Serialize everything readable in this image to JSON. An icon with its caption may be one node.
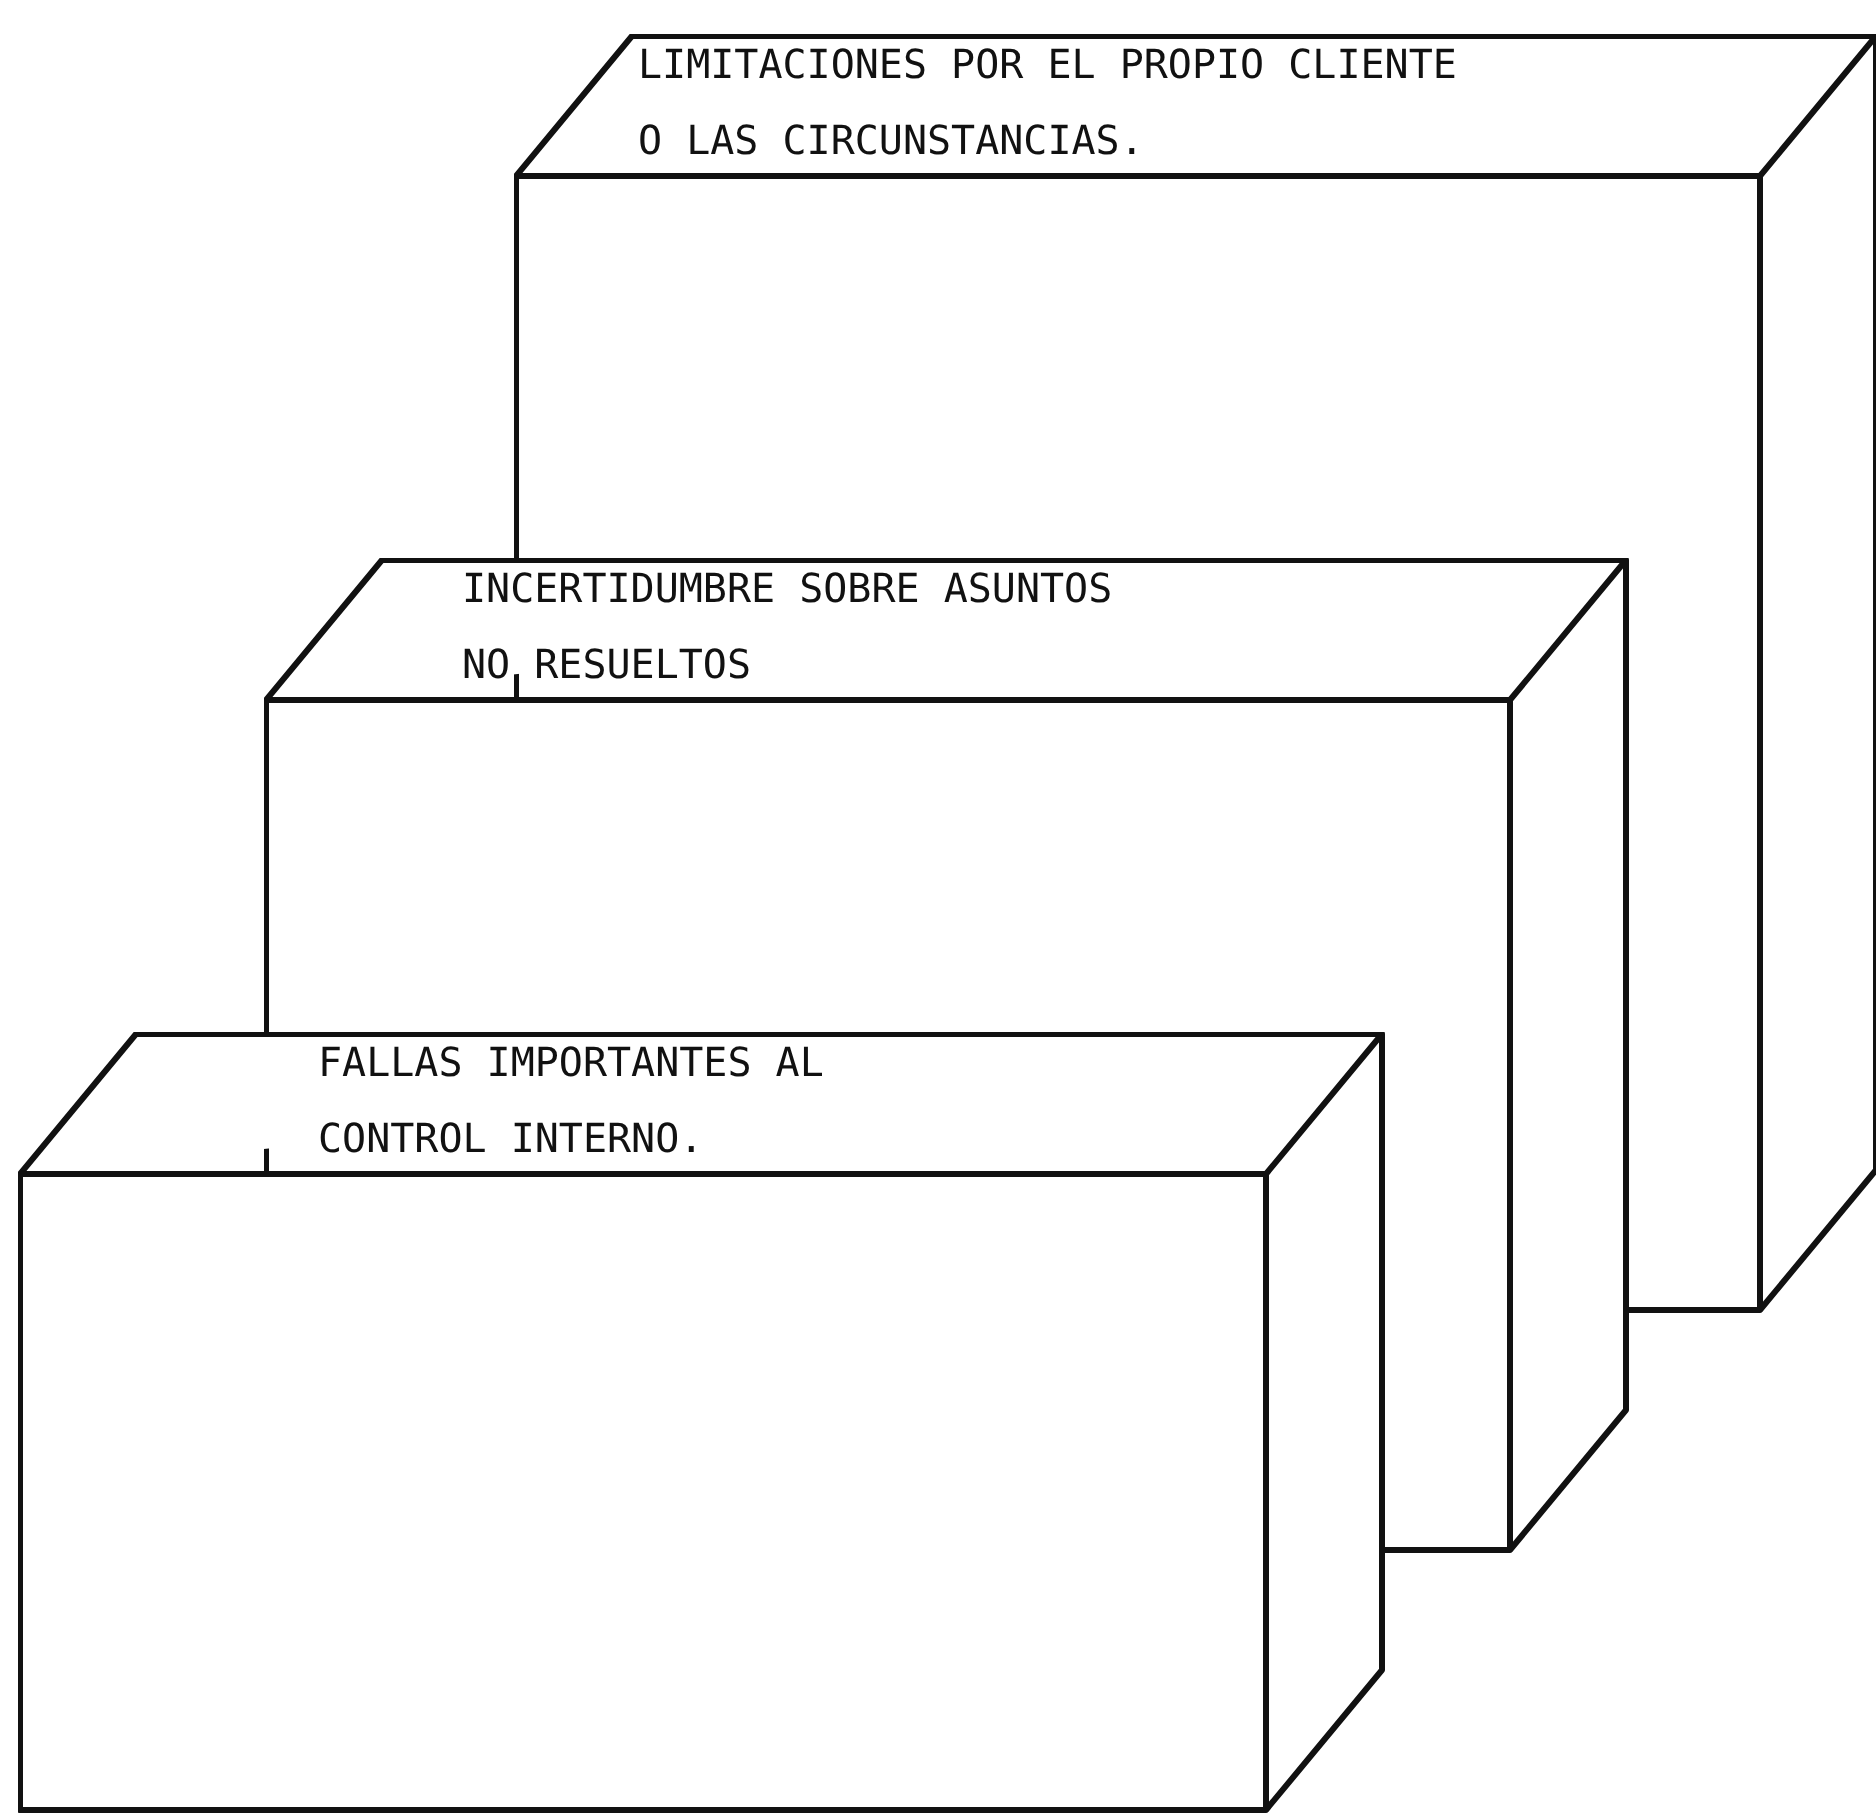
{
  "diagram": {
    "nodes": [
      {
        "text": [
          "LIMITACIONES POR EL PROPIO CLIENTE O LAS CIRCUNSTANCIAS."
        ]
      },
      {
        "text": [
          "INCERTIDUMBRE SOBRE ASUNTOS NO RESUELTOS"
        ]
      },
      {
        "text": [
          "FALLAS IMPORTANTES AL CONTROL INTERNO."
        ]
      }
    ]
  }
}
